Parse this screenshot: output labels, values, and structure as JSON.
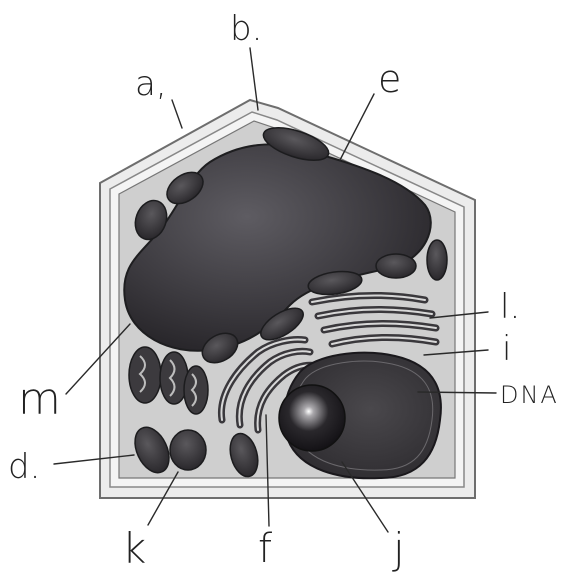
{
  "diagram": {
    "labels": {
      "a": "a,",
      "b": "b.",
      "e": "e",
      "l": "l.",
      "i": "i",
      "dna": "DNA",
      "m": "m",
      "d": "d.",
      "k": "k",
      "f": "f",
      "j": "j"
    }
  }
}
